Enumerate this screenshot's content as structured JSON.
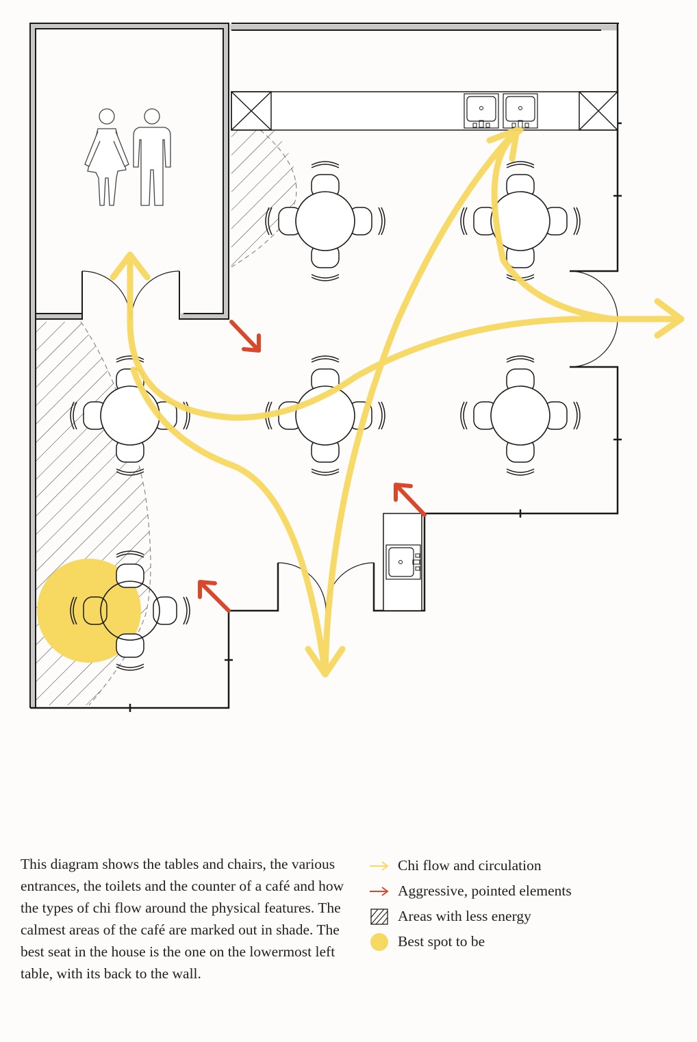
{
  "caption": "This diagram shows the tables and chairs, the various entrances, the toilets and the counter of a café and how the types of chi flow around the physical features. The calmest areas of the café are marked out in shade. The best seat in the house is the one on the lowermost left table, with its back to the wall.",
  "legend": [
    {
      "symbol": "yellow-arrow-icon",
      "label": "Chi flow and circulation"
    },
    {
      "symbol": "red-arrow-icon",
      "label": "Aggressive, pointed elements"
    },
    {
      "symbol": "hatched-square-icon",
      "label": "Areas with less energy"
    },
    {
      "symbol": "yellow-dot-icon",
      "label": "Best spot to be"
    }
  ],
  "colors": {
    "chi_flow": "#f7d860",
    "aggressive": "#d9482a",
    "best_spot": "#f7d860",
    "walls": "#1a1a1a"
  },
  "icons": [
    "toilet-sign-icon",
    "sink-icon",
    "table-icon",
    "chair-icon",
    "door-swing-icon"
  ]
}
